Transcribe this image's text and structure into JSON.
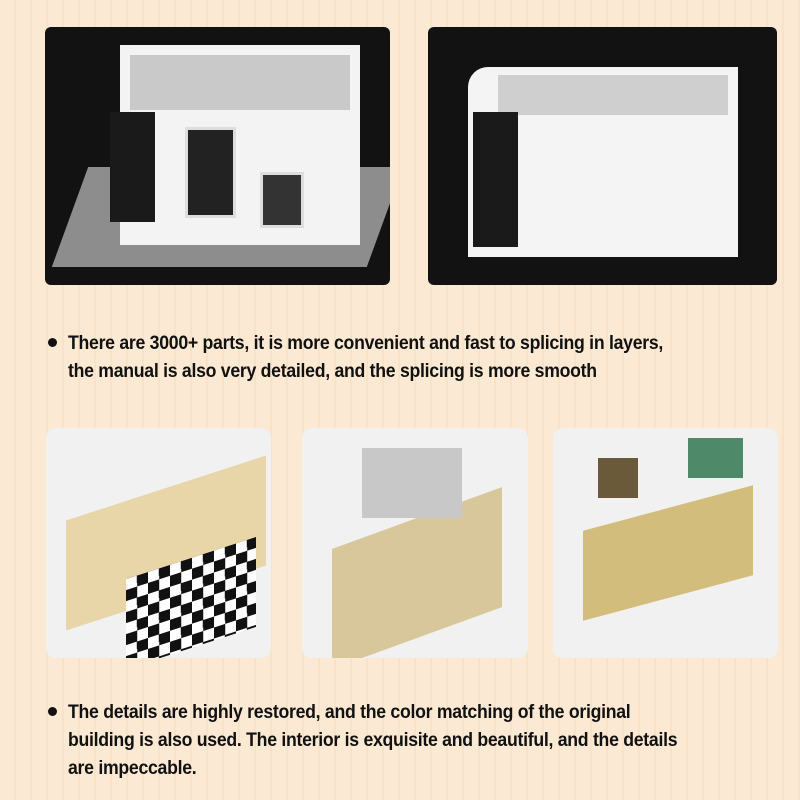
{
  "paragraphs": [
    {
      "lines": [
        "There are 3000+ parts, it is more convenient and fast to splicing in layers,",
        "the manual is also very detailed, and the splicing is more smooth"
      ]
    },
    {
      "lines": [
        "The details are highly restored, and the color matching of the original",
        "building is also used. The interior is exquisite and beautiful, and the details",
        "are impeccable."
      ]
    }
  ],
  "colors": {
    "background": "#fbe9d3",
    "panel": "#121212",
    "text": "#111111"
  }
}
